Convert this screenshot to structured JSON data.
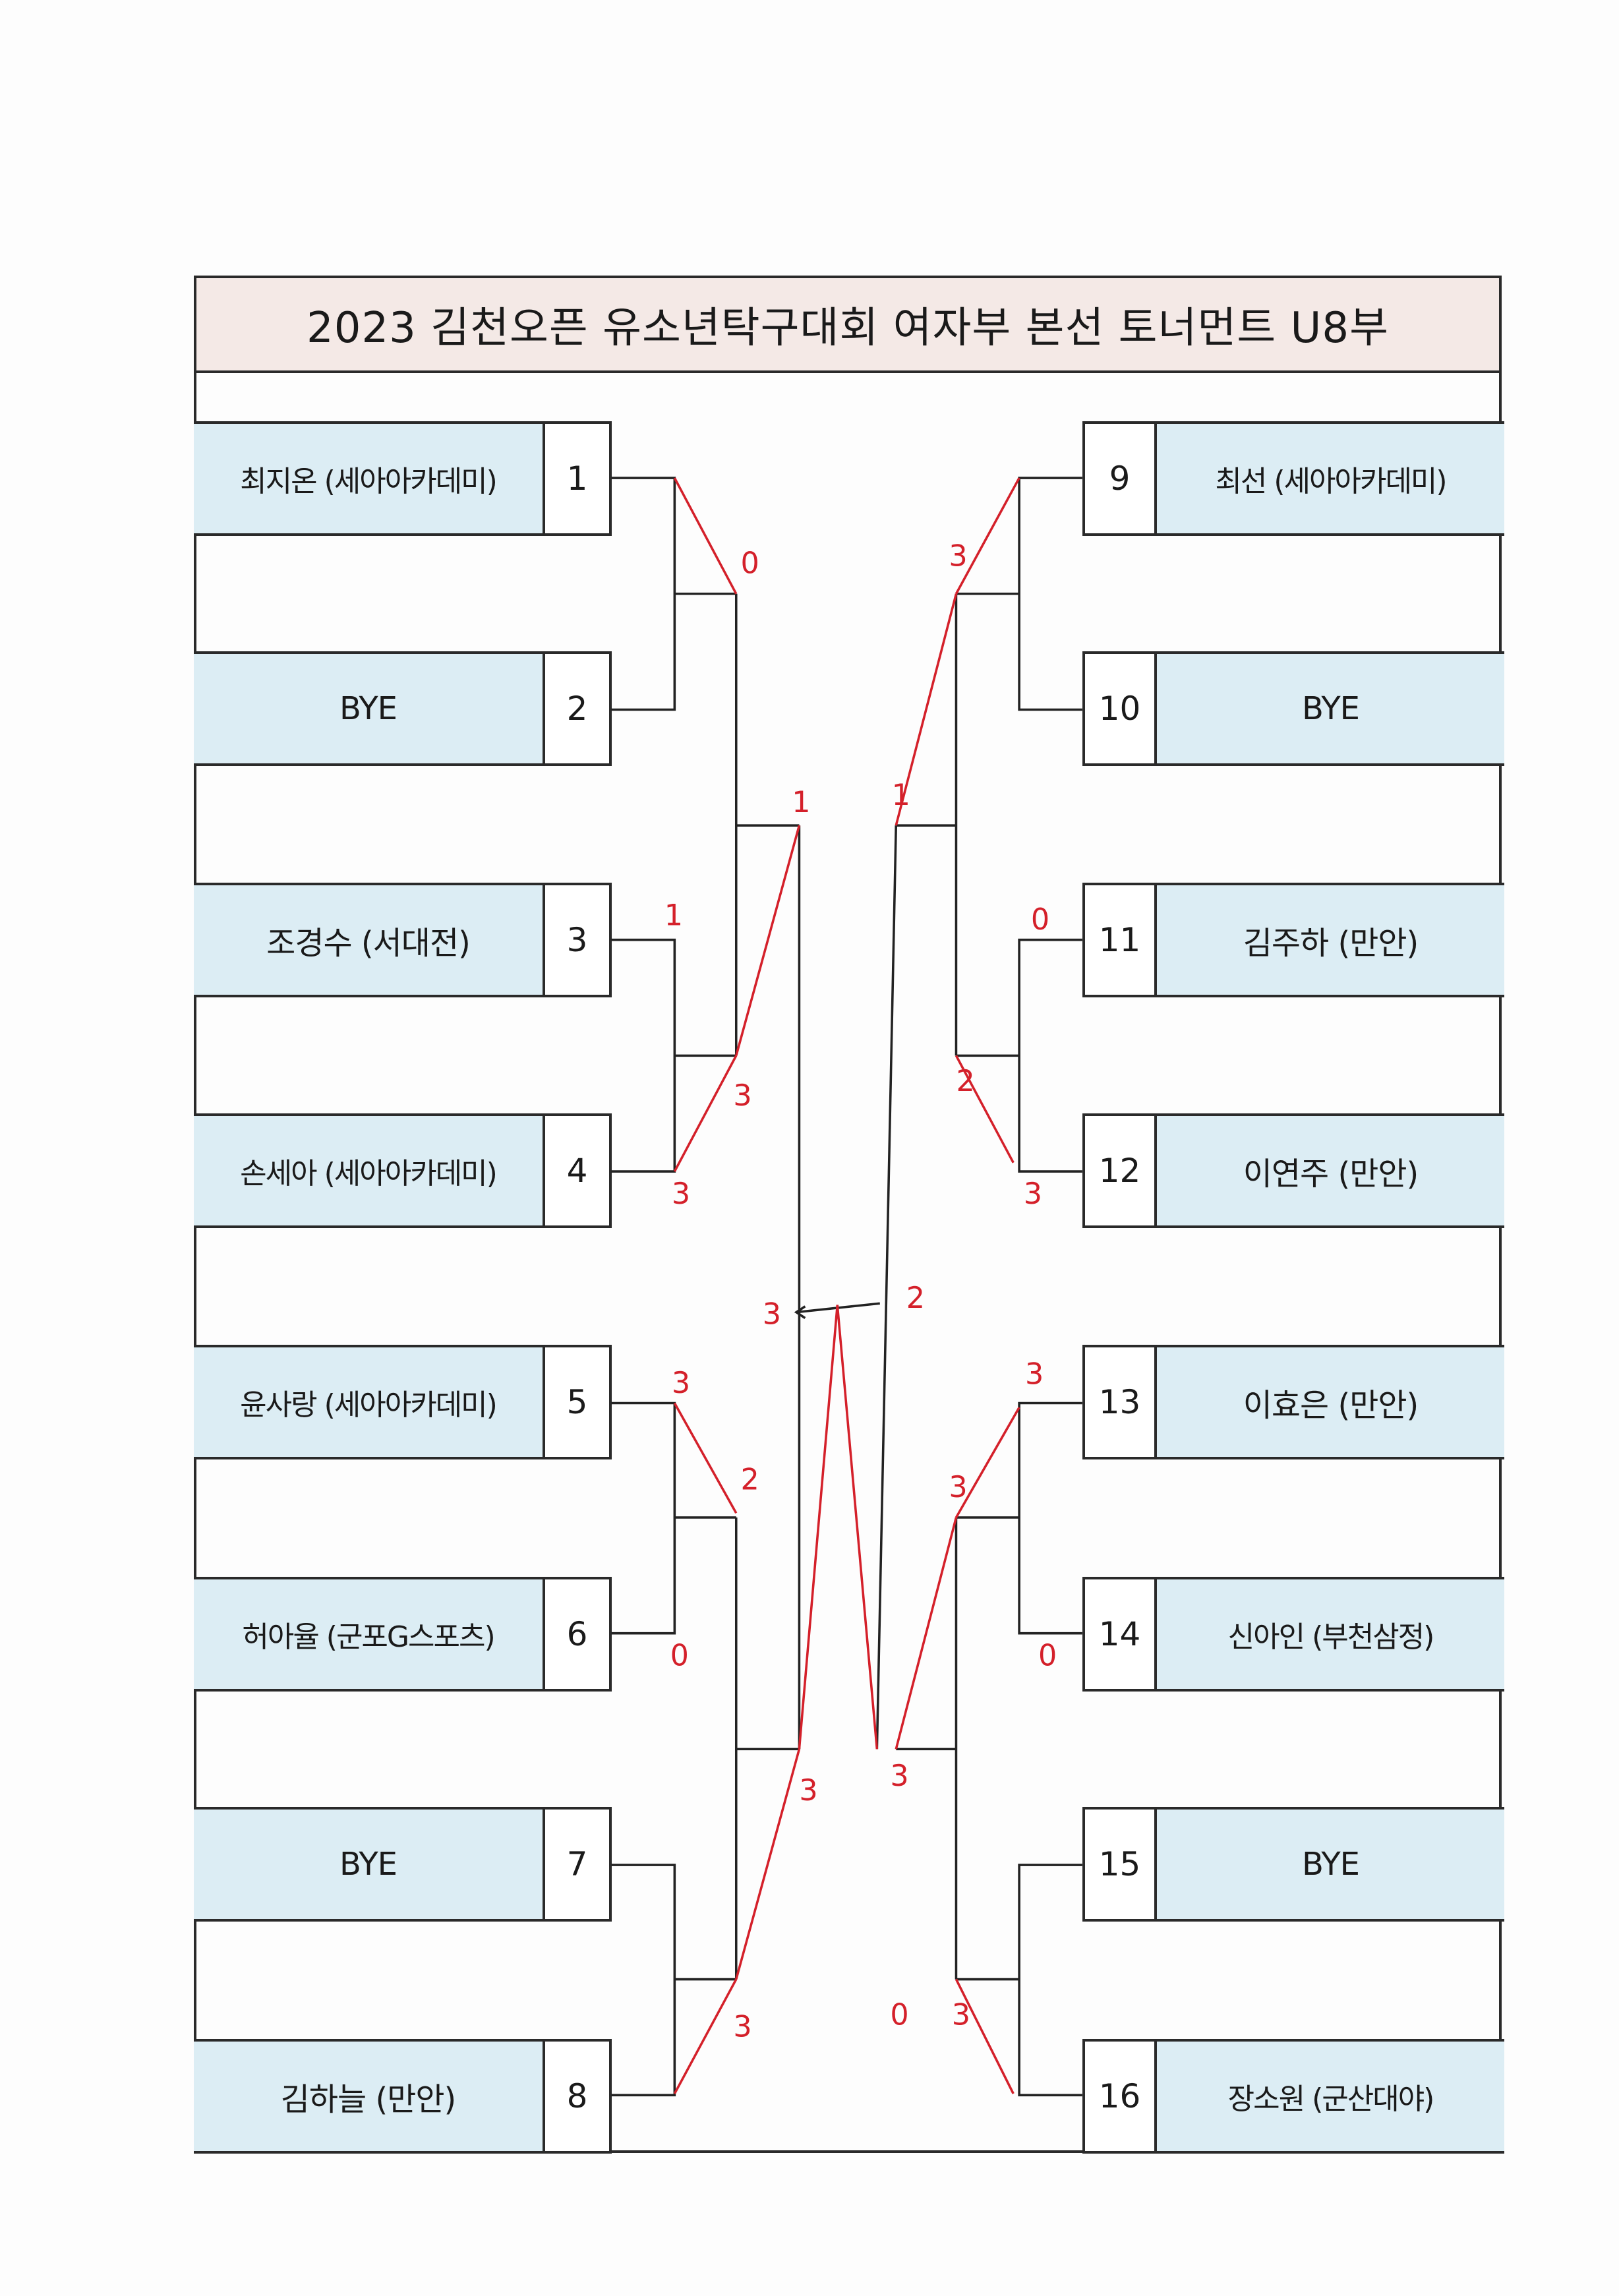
{
  "title": "2023 김천오픈 유소년탁구대회 여자부 본선 토너먼트 U8부",
  "left_players": [
    {
      "seed": "1",
      "name": "최지온 (세아아카데미)"
    },
    {
      "seed": "2",
      "name": "BYE"
    },
    {
      "seed": "3",
      "name": "조경수 (서대전)"
    },
    {
      "seed": "4",
      "name": "손세아 (세아아카데미)"
    },
    {
      "seed": "5",
      "name": "윤사랑 (세아아카데미)"
    },
    {
      "seed": "6",
      "name": "허아율 (군포G스포츠)"
    },
    {
      "seed": "7",
      "name": "BYE"
    },
    {
      "seed": "8",
      "name": "김하늘 (만안)"
    }
  ],
  "right_players": [
    {
      "seed": "9",
      "name": "최선 (세아아카데미)"
    },
    {
      "seed": "10",
      "name": "BYE"
    },
    {
      "seed": "11",
      "name": "김주하 (만안)"
    },
    {
      "seed": "12",
      "name": "이연주 (만안)"
    },
    {
      "seed": "13",
      "name": "이효은 (만안)"
    },
    {
      "seed": "14",
      "name": "신아인 (부천삼정)"
    },
    {
      "seed": "15",
      "name": "BYE"
    },
    {
      "seed": "16",
      "name": "장소원 (군산대야)"
    }
  ],
  "scores": [
    "0",
    "1",
    "1",
    "3",
    "3",
    "3",
    "1",
    "0",
    "2",
    "3",
    "3",
    "2",
    "3",
    "2",
    "0",
    "3",
    "3",
    "3",
    "3",
    "0",
    "3",
    "3",
    "0"
  ],
  "colors": {
    "name_bg": "#dcedf4",
    "title_bg": "#f4e9e6",
    "ink": "#d4202a"
  }
}
